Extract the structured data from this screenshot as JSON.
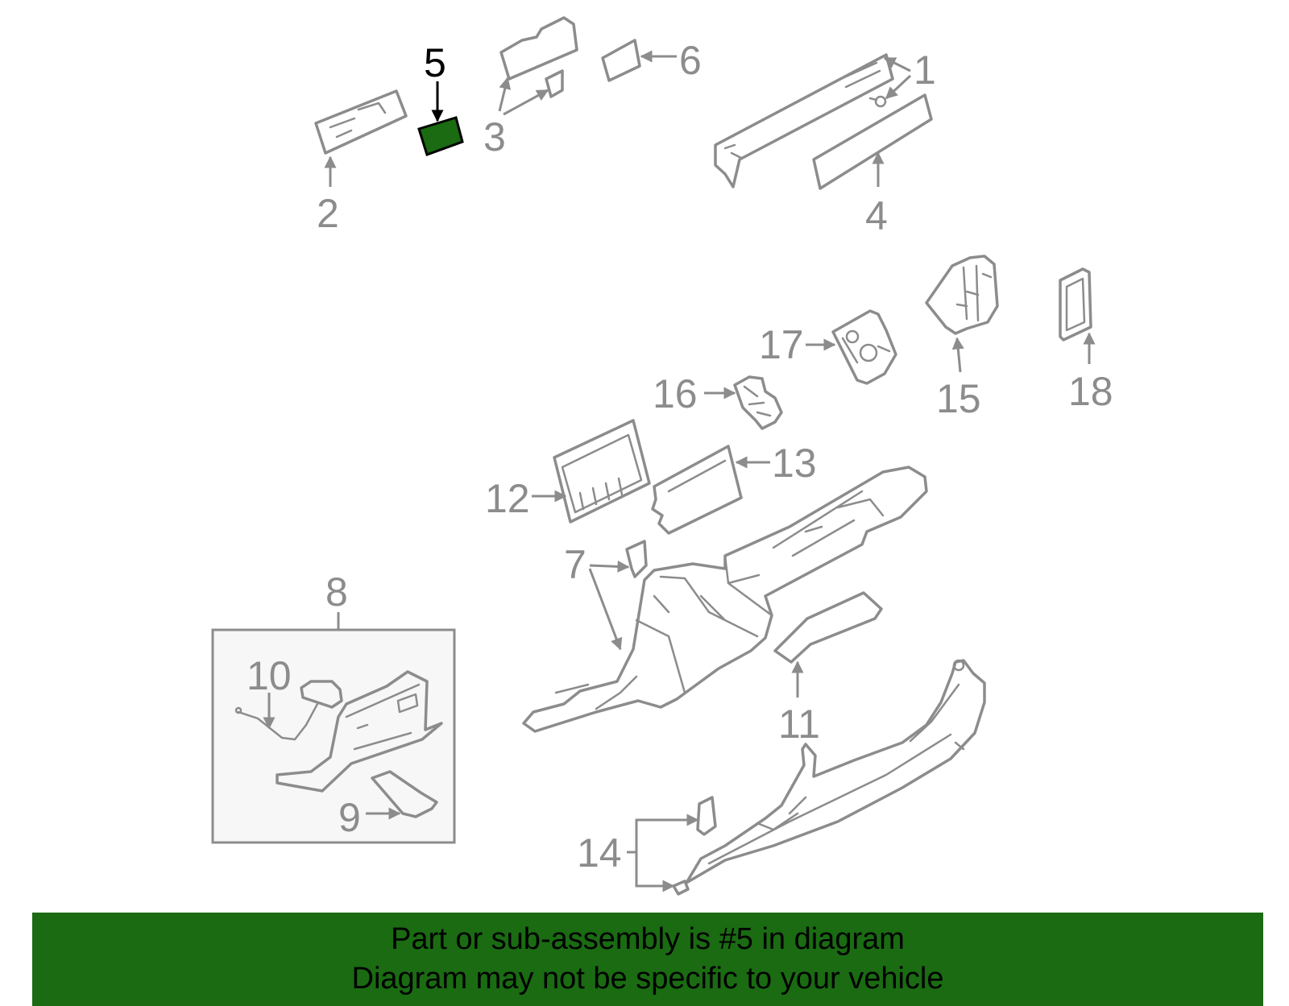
{
  "colors": {
    "part_stroke": "#8c8c8c",
    "highlight": "#1a6b12",
    "banner_bg": "#1a6b12",
    "label_highlight": "#000000"
  },
  "labels": {
    "p1": "1",
    "p2": "2",
    "p3": "3",
    "p4": "4",
    "p5": "5",
    "p6": "6",
    "p7": "7",
    "p8": "8",
    "p9": "9",
    "p10": "10",
    "p11": "11",
    "p12": "12",
    "p13": "13",
    "p14": "14",
    "p15": "15",
    "p16": "16",
    "p17": "17",
    "p18": "18"
  },
  "highlighted_part": "5",
  "banner": {
    "line1": "Part or sub-assembly is #5 in diagram",
    "line2": "Diagram may not be specific to your vehicle"
  }
}
